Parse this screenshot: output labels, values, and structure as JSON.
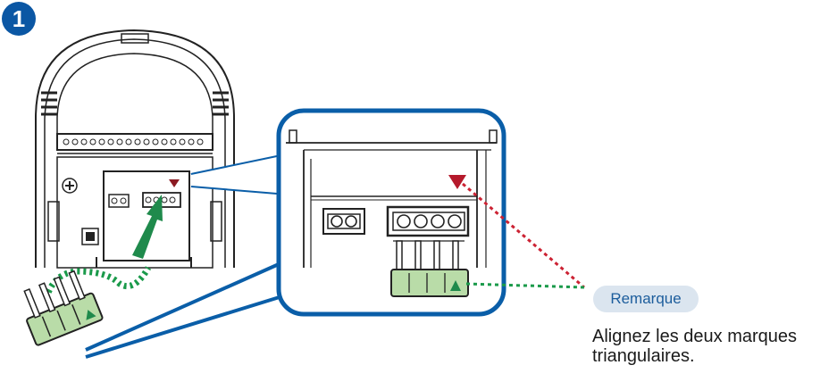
{
  "step": {
    "number": "1"
  },
  "note": {
    "label": "Remarque",
    "lines": [
      "Alignez les deux marques",
      "triangulaires."
    ]
  },
  "colors": {
    "callout_blue": "#0a5ea8",
    "badge_blue": "#0b57a4",
    "arrow_green": "#1f8a4c",
    "dotted_green": "#1a9a4a",
    "dotted_red": "#cc2233",
    "marker_red": "#b5192b",
    "plug_green": "#b9dca8",
    "pill_bg": "#dbe5ef",
    "pill_text": "#1c5d9c"
  },
  "icons": {
    "step": "circled-number-icon",
    "plug": "connector-plug-icon",
    "triangle_mark": "alignment-triangle-icon",
    "arrow": "insert-arrow-icon"
  }
}
